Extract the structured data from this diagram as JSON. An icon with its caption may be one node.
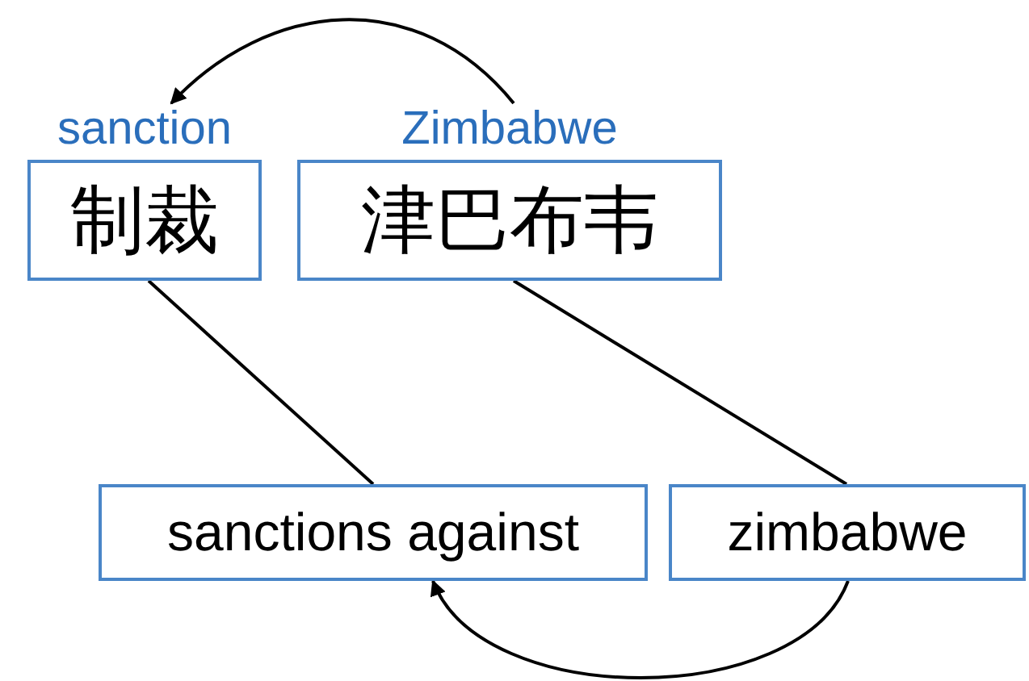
{
  "diagram": {
    "nodes": [
      {
        "text": [
          "sanction",
          "制裁"
        ]
      },
      {
        "text": [
          "Zimbabwe",
          "津巴布韦"
        ]
      },
      {
        "text": [
          "sanctions against"
        ]
      },
      {
        "text": [
          "zimbabwe"
        ]
      }
    ],
    "edges": [
      {
        "from": 1,
        "to": 0,
        "arrow": "to"
      },
      {
        "from": 0,
        "to": 2,
        "arrow": "none"
      },
      {
        "from": 1,
        "to": 3,
        "arrow": "none"
      },
      {
        "from": 3,
        "to": 2,
        "arrow": "to"
      }
    ]
  }
}
